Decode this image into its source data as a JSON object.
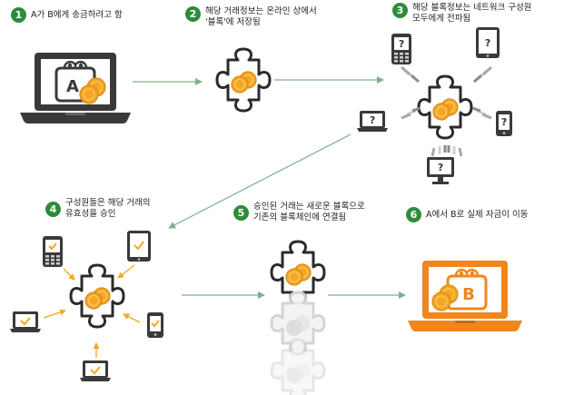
{
  "steps": [
    {
      "number": "1",
      "text": "A가 B에게 송금하려고 함"
    },
    {
      "number": "2",
      "text": "해당 거래정보는 온라인 상에서\n'블록'에 저장됨"
    },
    {
      "number": "3",
      "text": "해당 블록정보는 네트워크 구성원\n모두에게 전파됨"
    },
    {
      "number": "4",
      "text": "구성원들은 해당 거래의\n유효성을 승인"
    },
    {
      "number": "5",
      "text": "승인된 거래는 새로운 블록으로\n기존의 블록체인에 연결됨"
    },
    {
      "number": "6",
      "text": "A에서 B로 실제 자금이 이동"
    }
  ],
  "wallet_labels": {
    "a": "A",
    "b": "B"
  },
  "unknown_mark": "?",
  "colors": {
    "accent_green": "#2e8b3a",
    "arrow_green": "#7fb08c",
    "coin_orange": "#f5a623",
    "device_dark": "#3a3a3a",
    "laptop_orange": "#f0861e"
  }
}
